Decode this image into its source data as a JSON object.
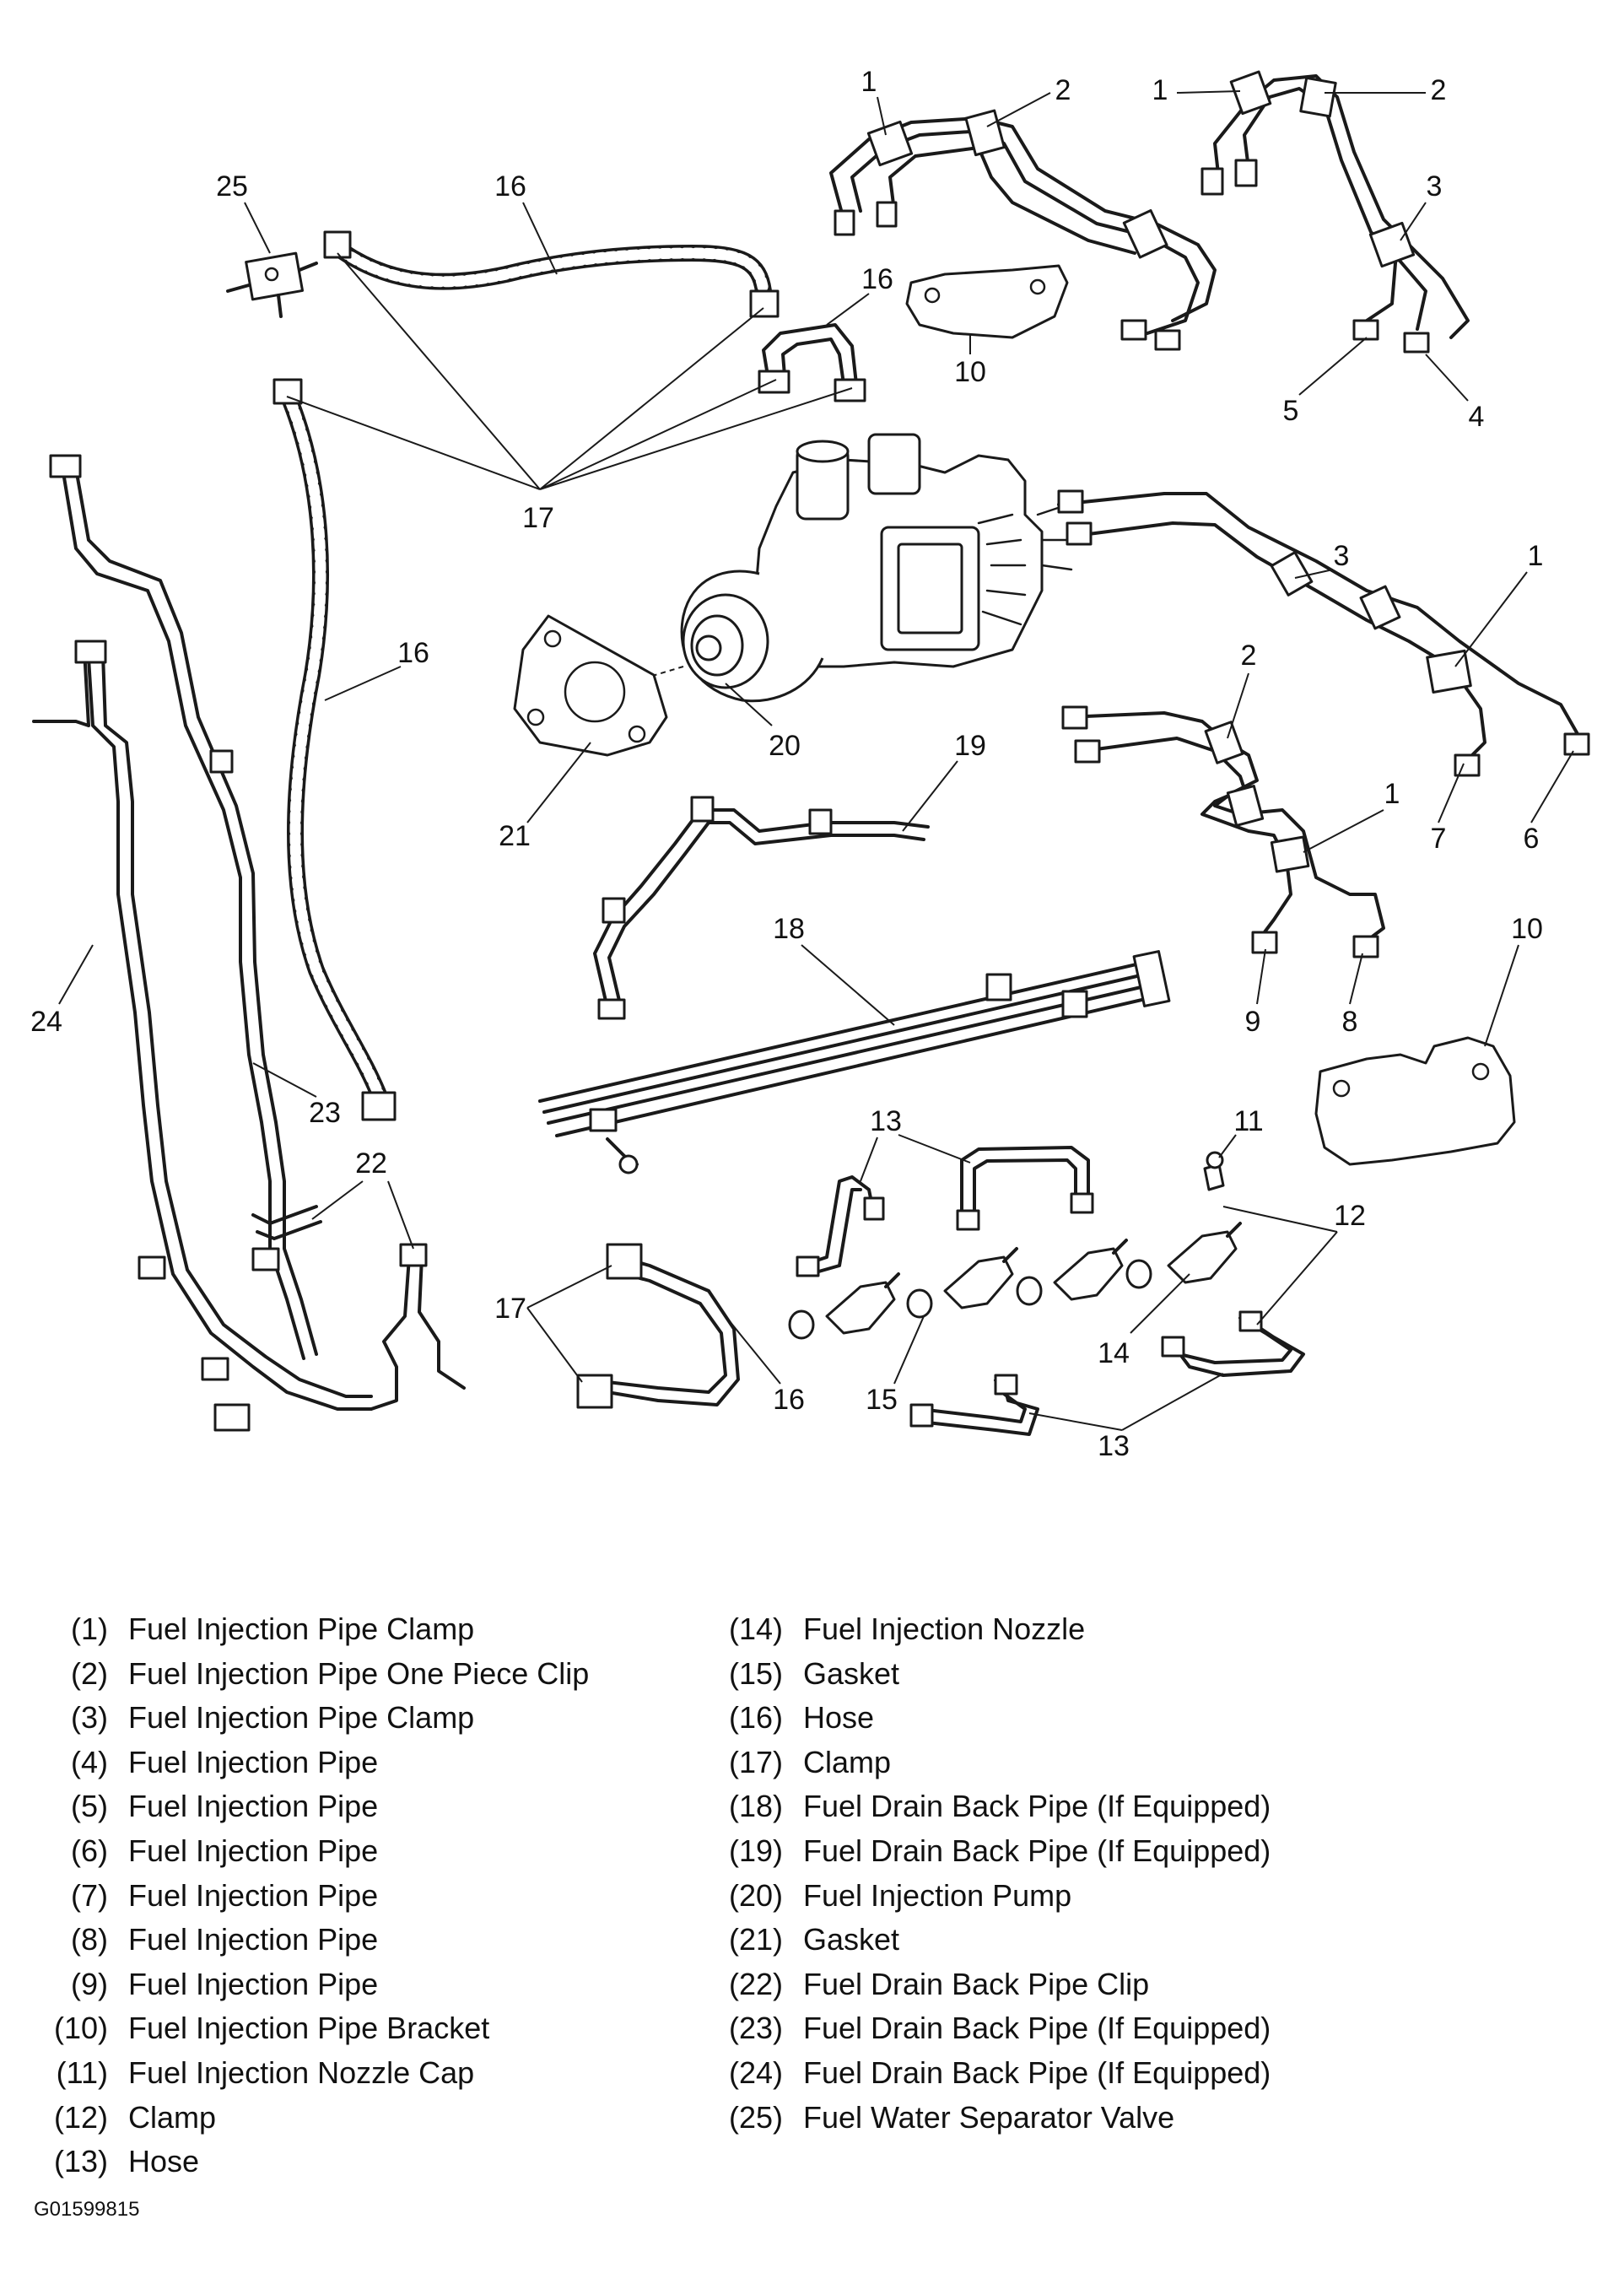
{
  "callouts": {
    "c1a": "1",
    "c2a": "2",
    "c1b": "1",
    "c2b": "2",
    "c3a": "3",
    "c4": "4",
    "c5": "5",
    "c25": "25",
    "c16a": "16",
    "c16b": "16",
    "c10a": "10",
    "c17a": "17",
    "c3b": "3",
    "c1c": "1",
    "c16c": "16",
    "c2c": "2",
    "c1d": "1",
    "c7": "7",
    "c6": "6",
    "c20": "20",
    "c19": "19",
    "c21": "21",
    "c18": "18",
    "c10b": "10",
    "c9": "9",
    "c8": "8",
    "c24": "24",
    "c23": "23",
    "c22": "22",
    "c13a": "13",
    "c11": "11",
    "c12": "12",
    "c14": "14",
    "c15": "15",
    "c17b": "17",
    "c16d": "16",
    "c13b": "13"
  },
  "legend": {
    "left": [
      {
        "num": "(1)",
        "label": "Fuel Injection Pipe Clamp"
      },
      {
        "num": "(2)",
        "label": "Fuel Injection Pipe One Piece Clip"
      },
      {
        "num": "(3)",
        "label": "Fuel Injection Pipe Clamp"
      },
      {
        "num": "(4)",
        "label": "Fuel Injection Pipe"
      },
      {
        "num": "(5)",
        "label": "Fuel Injection Pipe"
      },
      {
        "num": "(6)",
        "label": "Fuel Injection Pipe"
      },
      {
        "num": "(7)",
        "label": "Fuel Injection Pipe"
      },
      {
        "num": "(8)",
        "label": "Fuel Injection Pipe"
      },
      {
        "num": "(9)",
        "label": "Fuel Injection Pipe"
      },
      {
        "num": "(10)",
        "label": "Fuel Injection Pipe Bracket"
      },
      {
        "num": "(11)",
        "label": "Fuel Injection Nozzle Cap"
      },
      {
        "num": "(12)",
        "label": "Clamp"
      },
      {
        "num": "(13)",
        "label": "Hose"
      }
    ],
    "right": [
      {
        "num": "(14)",
        "label": "Fuel Injection Nozzle"
      },
      {
        "num": "(15)",
        "label": "Gasket"
      },
      {
        "num": "(16)",
        "label": "Hose"
      },
      {
        "num": "(17)",
        "label": "Clamp"
      },
      {
        "num": "(18)",
        "label": "Fuel Drain Back Pipe (If Equipped)"
      },
      {
        "num": "(19)",
        "label": "Fuel Drain Back Pipe (If Equipped)"
      },
      {
        "num": "(20)",
        "label": "Fuel Injection Pump"
      },
      {
        "num": "(21)",
        "label": "Gasket"
      },
      {
        "num": "(22)",
        "label": "Fuel Drain Back Pipe Clip"
      },
      {
        "num": "(23)",
        "label": "Fuel Drain Back Pipe (If Equipped)"
      },
      {
        "num": "(24)",
        "label": "Fuel Drain Back Pipe (If Equipped)"
      },
      {
        "num": "(25)",
        "label": "Fuel Water Separator Valve"
      }
    ]
  },
  "figure_code": "G01599815"
}
